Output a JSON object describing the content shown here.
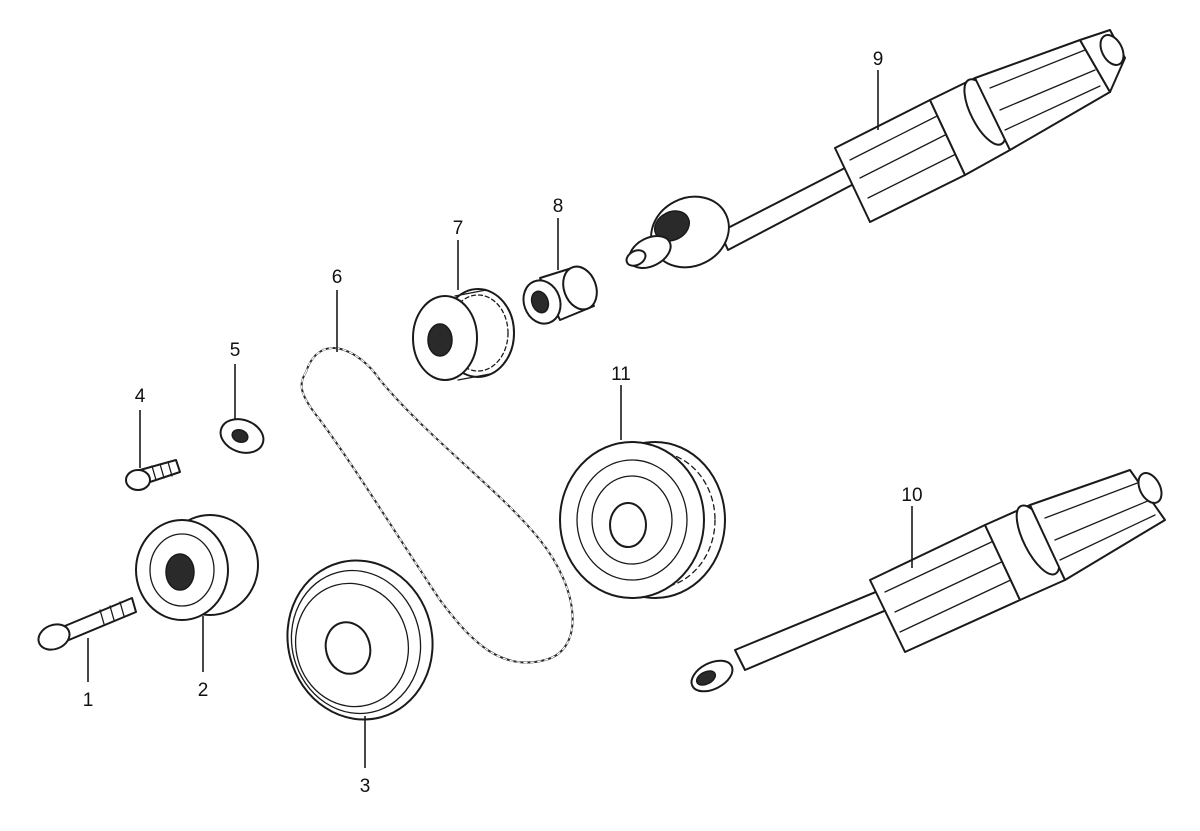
{
  "diagram": {
    "callouts": [
      {
        "id": "1",
        "label": "1"
      },
      {
        "id": "2",
        "label": "2"
      },
      {
        "id": "3",
        "label": "3"
      },
      {
        "id": "4",
        "label": "4"
      },
      {
        "id": "5",
        "label": "5"
      },
      {
        "id": "6",
        "label": "6"
      },
      {
        "id": "7",
        "label": "7"
      },
      {
        "id": "8",
        "label": "8"
      },
      {
        "id": "9",
        "label": "9"
      },
      {
        "id": "10",
        "label": "10"
      },
      {
        "id": "11",
        "label": "11"
      }
    ],
    "colors": {
      "ink": "#1a1a1a",
      "background": "#ffffff"
    }
  }
}
